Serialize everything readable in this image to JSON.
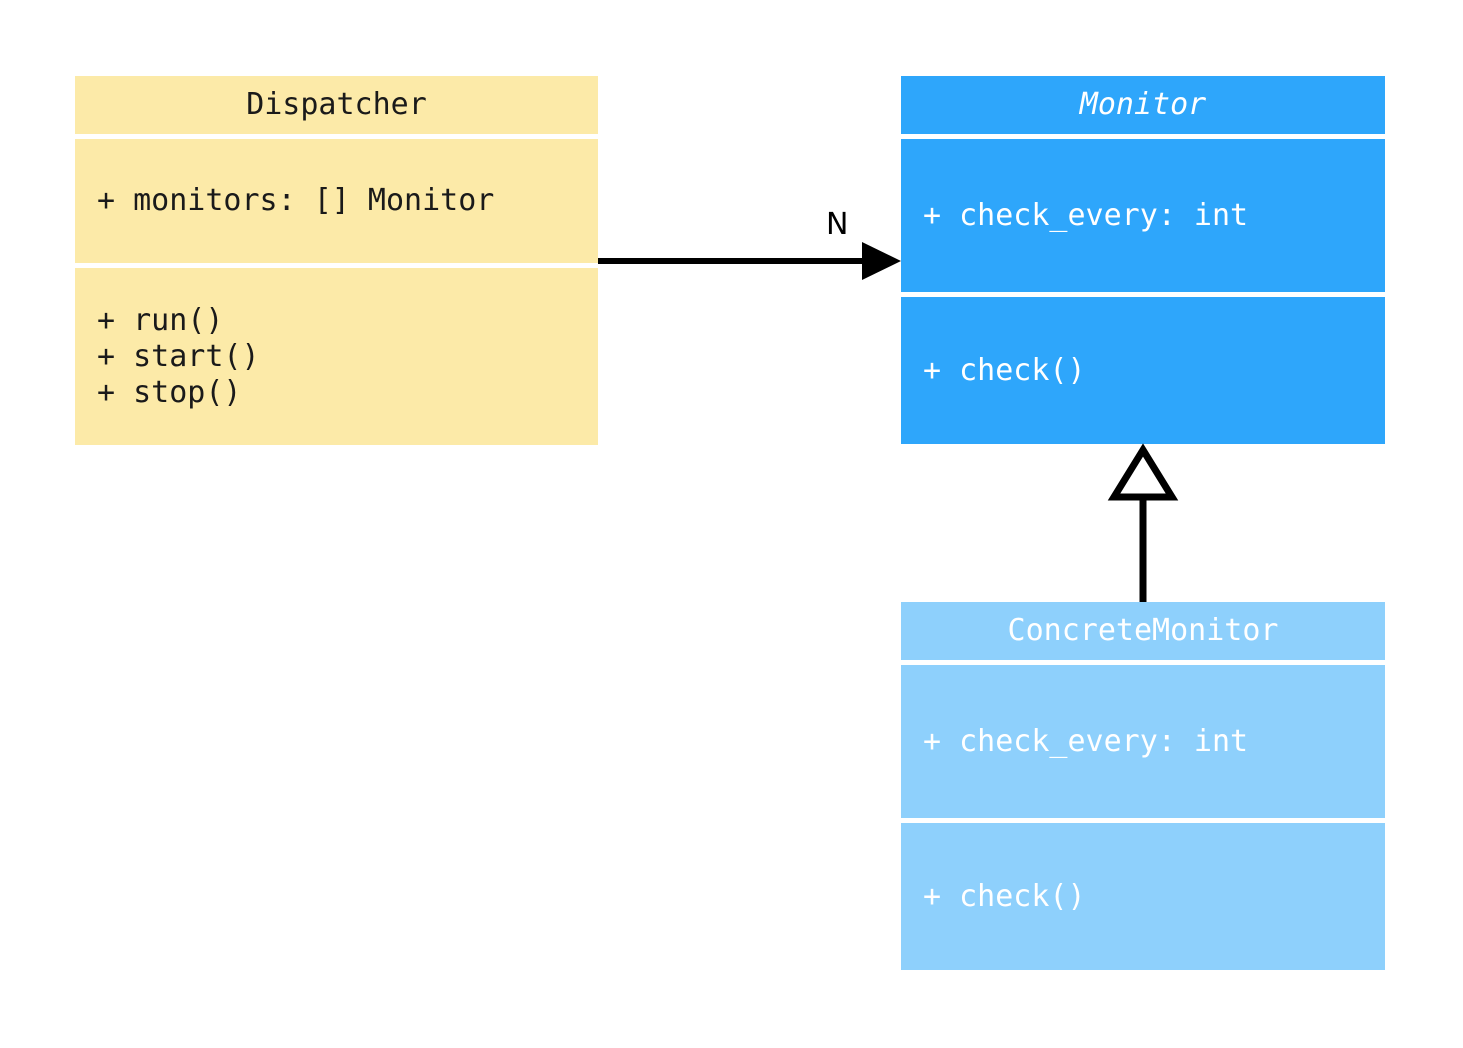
{
  "diagram": {
    "type": "uml-class-diagram",
    "background_color": "#ffffff",
    "classes": [
      {
        "id": "dispatcher",
        "name": "Dispatcher",
        "abstract": false,
        "fill_color": "#fceaa8",
        "text_color": "#1a1a1a",
        "attributes": [
          "+ monitors: [] Monitor"
        ],
        "operations": [
          "+ run()",
          "+ start()",
          "+ stop()"
        ]
      },
      {
        "id": "monitor",
        "name": "Monitor",
        "abstract": true,
        "fill_color": "#2ea6fb",
        "text_color": "#ffffff",
        "attributes": [
          "+ check_every: int"
        ],
        "operations": [
          "+ check()"
        ]
      },
      {
        "id": "concretemonitor",
        "name": "ConcreteMonitor",
        "abstract": false,
        "fill_color": "#8ed0fc",
        "text_color": "#ffffff",
        "attributes": [
          "+ check_every: int"
        ],
        "operations": [
          "+ check()"
        ]
      }
    ],
    "relationships": [
      {
        "id": "dispatcher-to-monitor",
        "kind": "association",
        "from": "Dispatcher",
        "to": "Monitor",
        "multiplicity": "N",
        "arrowhead": "filled-arrow",
        "line": "solid",
        "color": "#000000"
      },
      {
        "id": "concretemonitor-to-monitor",
        "kind": "generalization",
        "from": "ConcreteMonitor",
        "to": "Monitor",
        "arrowhead": "hollow-triangle",
        "line": "solid",
        "color": "#000000"
      }
    ]
  },
  "dispatcher": {
    "title": "Dispatcher",
    "attributes": {
      "line0": "+ monitors: [] Monitor"
    },
    "operations": {
      "line0": "+ run()",
      "line1": "+ start()",
      "line2": "+ stop()"
    }
  },
  "monitor": {
    "title": "Monitor",
    "attributes": {
      "line0": "+ check_every: int"
    },
    "operations": {
      "line0": "+ check()"
    }
  },
  "concretemonitor": {
    "title": "ConcreteMonitor",
    "attributes": {
      "line0": "+ check_every: int"
    },
    "operations": {
      "line0": "+ check()"
    }
  },
  "edges": {
    "association_multiplicity": "N"
  }
}
